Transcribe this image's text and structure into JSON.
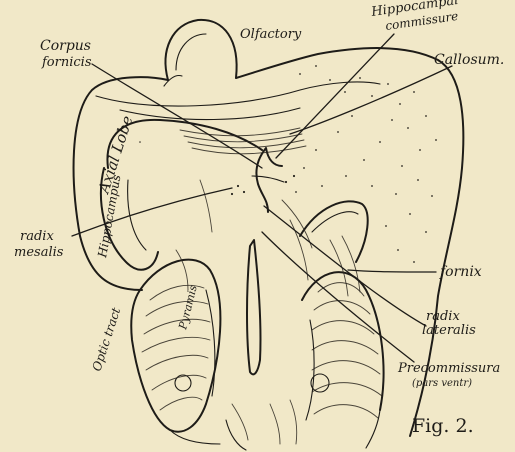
{
  "figure_label": "Fig. 2.",
  "labels": {
    "olfactory": "Olfactory",
    "hippocampal_commissure": [
      "Hippocampal",
      "commissure"
    ],
    "corpus_fornicis": [
      "Corpus",
      "fornicis"
    ],
    "callosum": "Callosum.",
    "axial_lobe": "Axial Lobe",
    "hippocampus": "Hippocampus",
    "fornix": "fornix",
    "radix_mesalis": [
      "radix",
      "mesalis"
    ],
    "radix_lateralis": [
      "radix",
      "lateralis"
    ],
    "precommissura": [
      "Precommissura",
      "(pars ventr)"
    ],
    "optic_tract": "Optic tract",
    "pyramis": "Pyramis"
  },
  "colors": {
    "paper": "#f1e8c8",
    "ink": "#1e1c18"
  }
}
